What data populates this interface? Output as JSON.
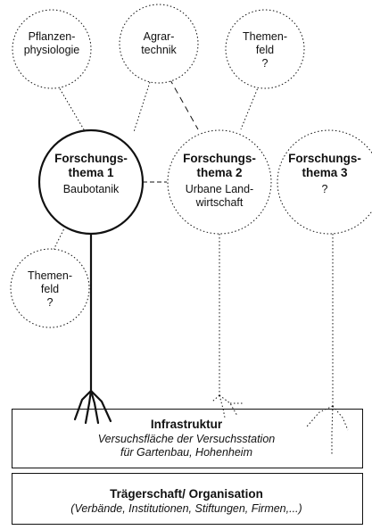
{
  "nodes": {
    "pflanzenphysiologie": {
      "label": "Pflanzen-\nphysiologie"
    },
    "agrartechnik": {
      "label": "Agrar-\ntechnik"
    },
    "themenfeld_top": {
      "label": "Themen-\nfeld\n?"
    },
    "themenfeld_left": {
      "label": "Themen-\nfeld\n?"
    },
    "forschungsthema_1": {
      "title": "Forschungs-\nthema 1",
      "subtitle": "Baubotanik"
    },
    "forschungsthema_2": {
      "title": "Forschungs-\nthema 2",
      "subtitle": "Urbane Land-\nwirtschaft"
    },
    "forschungsthema_3": {
      "title": "Forschungs-\nthema 3",
      "subtitle": "?"
    }
  },
  "infrastructure": {
    "title": "Infrastruktur",
    "subtitle": "Versuchsfläche der Versuchsstation\nfür Gartenbau, Hohenheim"
  },
  "sponsorship": {
    "title": "Trägerschaft/ Organisation",
    "subtitle": "(Verbände, Institutionen, Stiftungen, Firmen,...)"
  }
}
